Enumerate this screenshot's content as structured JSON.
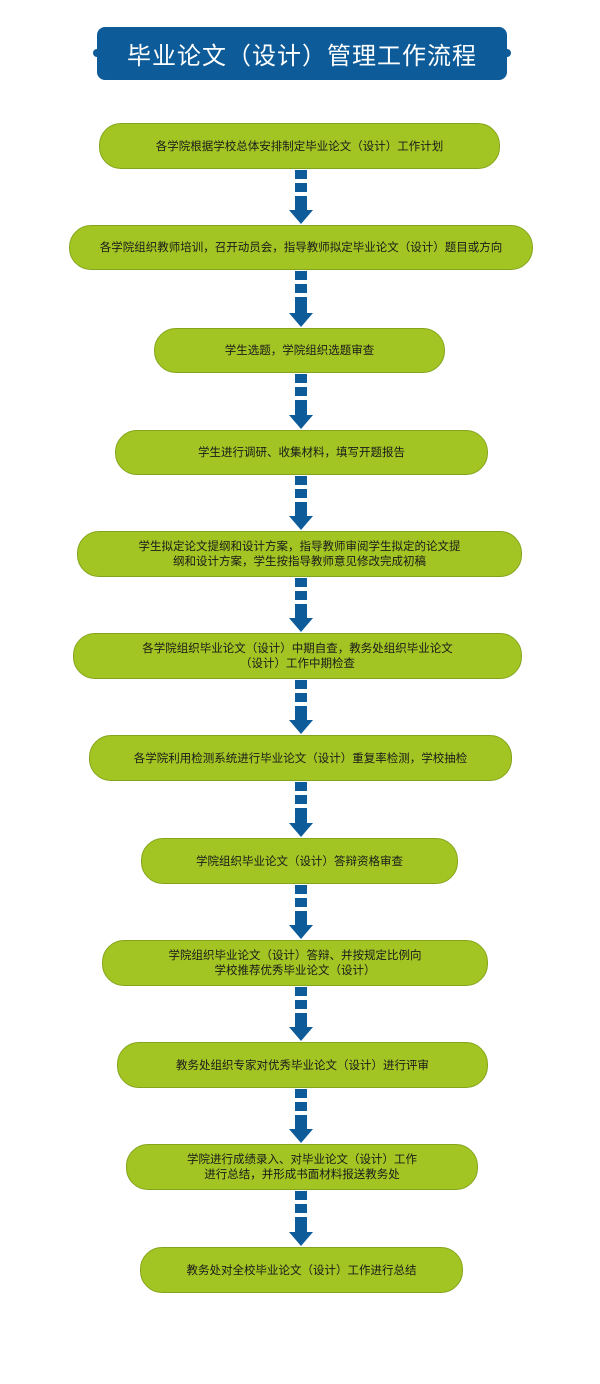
{
  "title": "毕业论文（设计）管理工作流程",
  "steps": [
    {
      "text": "各学院根据学校总体安排制定毕业论文（设计）工作计划"
    },
    {
      "text": "各学院组织教师培训，召开动员会，指导教师拟定毕业论文（设计）题目或方向"
    },
    {
      "text": "学生选题，学院组织选题审查"
    },
    {
      "text": "学生进行调研、收集材料，填写开题报告"
    },
    {
      "text": "学生拟定论文提纲和设计方案，指导教师审阅学生拟定的论文提纲和设计方案，学生按指导教师意见修改完成初稿"
    },
    {
      "text": "各学院组织毕业论文（设计）中期自查，教务处组织毕业论文（设计）工作中期检查"
    },
    {
      "text": "各学院利用检测系统进行毕业论文（设计）重复率检测，学校抽检"
    },
    {
      "text": "学院组织毕业论文（设计）答辩资格审查"
    },
    {
      "text": "学院组织毕业论文（设计）答辩、并按规定比例向学校推荐优秀毕业论文（设计）"
    },
    {
      "text": "教务处组织专家对优秀毕业论文（设计）进行评审"
    },
    {
      "text": "学院进行成绩录入、对毕业论文（设计）工作进行总结，并形成书面材料报送教务处"
    },
    {
      "text": "教务处对全校毕业论文（设计）工作进行总结"
    }
  ],
  "colors": {
    "title_bg": "#0d5c99",
    "box_bg": "#a3c523",
    "arrow": "#0d5c99"
  }
}
